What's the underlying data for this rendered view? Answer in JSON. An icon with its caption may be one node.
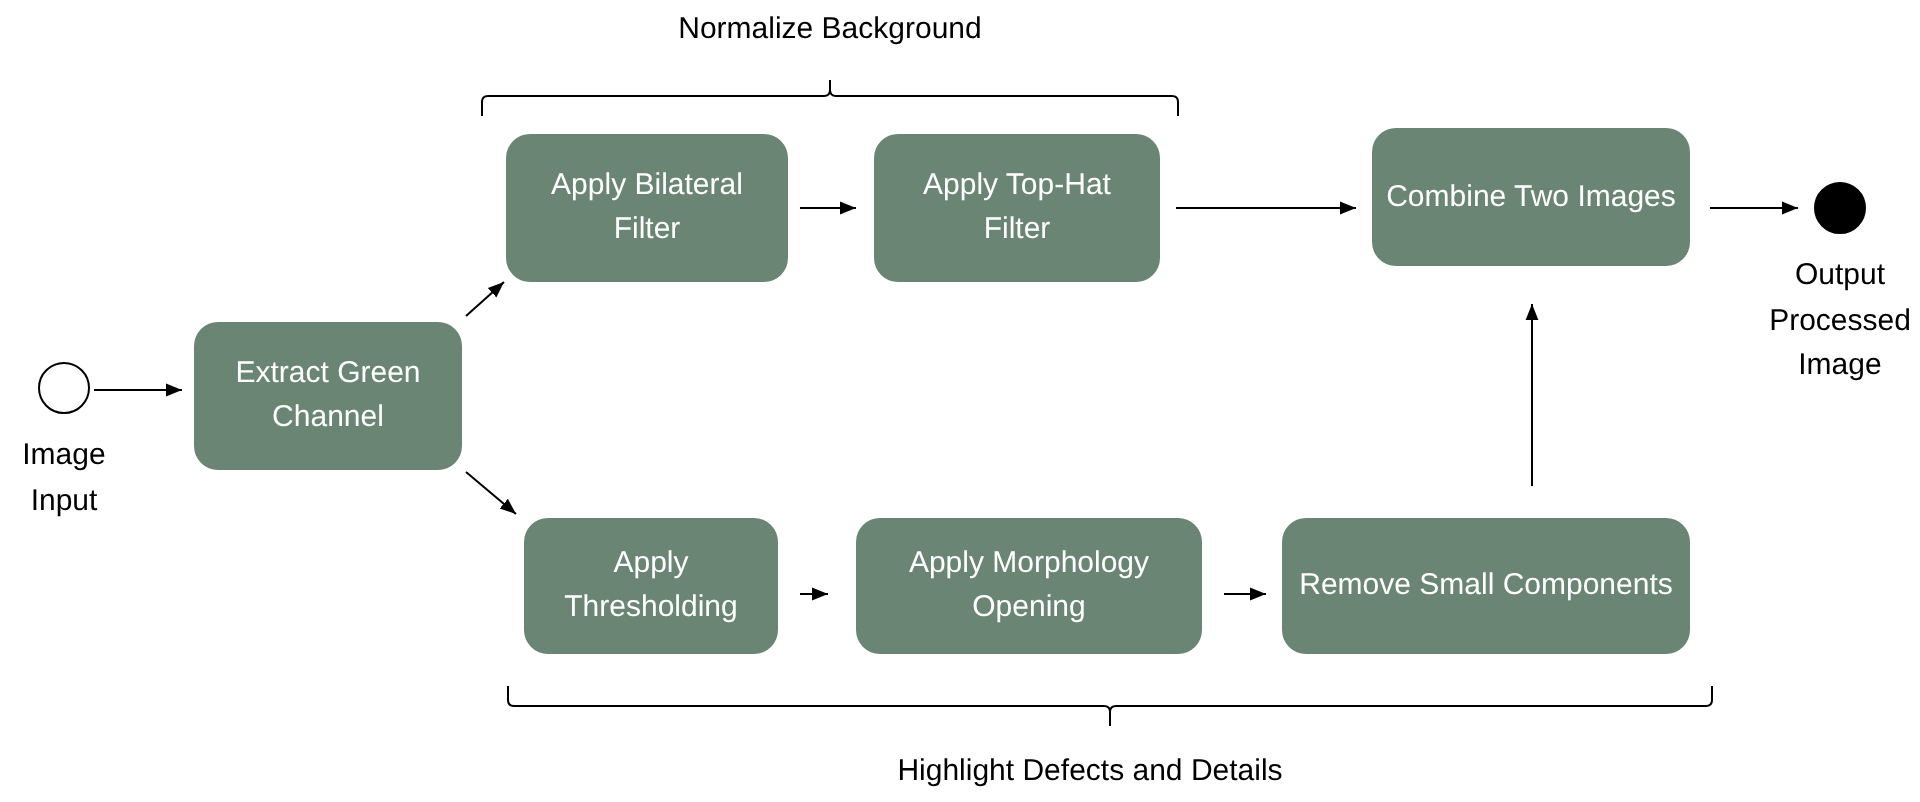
{
  "diagram": {
    "nodes": [
      {
        "text": [],
        "shape": "circle",
        "beside": [
          "Image Input"
        ]
      },
      {
        "text": [
          "Extract Green Channel"
        ]
      },
      {
        "text": [
          "Apply Bilateral Filter"
        ]
      },
      {
        "text": [
          "Apply Top-Hat Filter"
        ]
      },
      {
        "text": [
          "Combine Two Images"
        ]
      },
      {
        "text": [],
        "shape": "dot",
        "beside": [
          "Output Processed Image"
        ]
      },
      {
        "text": [
          "Apply Thresholding"
        ]
      },
      {
        "text": [
          "Apply Morphology Opening"
        ]
      },
      {
        "text": [
          "Remove Small Components"
        ]
      }
    ],
    "edges": [
      {
        "from": 0,
        "to": 1,
        "arrow": "to"
      },
      {
        "from": 1,
        "to": 2,
        "arrow": "to"
      },
      {
        "from": 1,
        "to": 6,
        "arrow": "to"
      },
      {
        "from": 2,
        "to": 3,
        "arrow": "to"
      },
      {
        "from": 3,
        "to": 4,
        "arrow": "to"
      },
      {
        "from": 4,
        "to": 5,
        "arrow": "to"
      },
      {
        "from": 6,
        "to": 7,
        "arrow": "to"
      },
      {
        "from": 7,
        "to": 8,
        "arrow": "to"
      },
      {
        "from": 8,
        "to": 4,
        "arrow": "to"
      }
    ],
    "labels": [
      "Normalize Background",
      "Highlight Defects and Details"
    ]
  }
}
